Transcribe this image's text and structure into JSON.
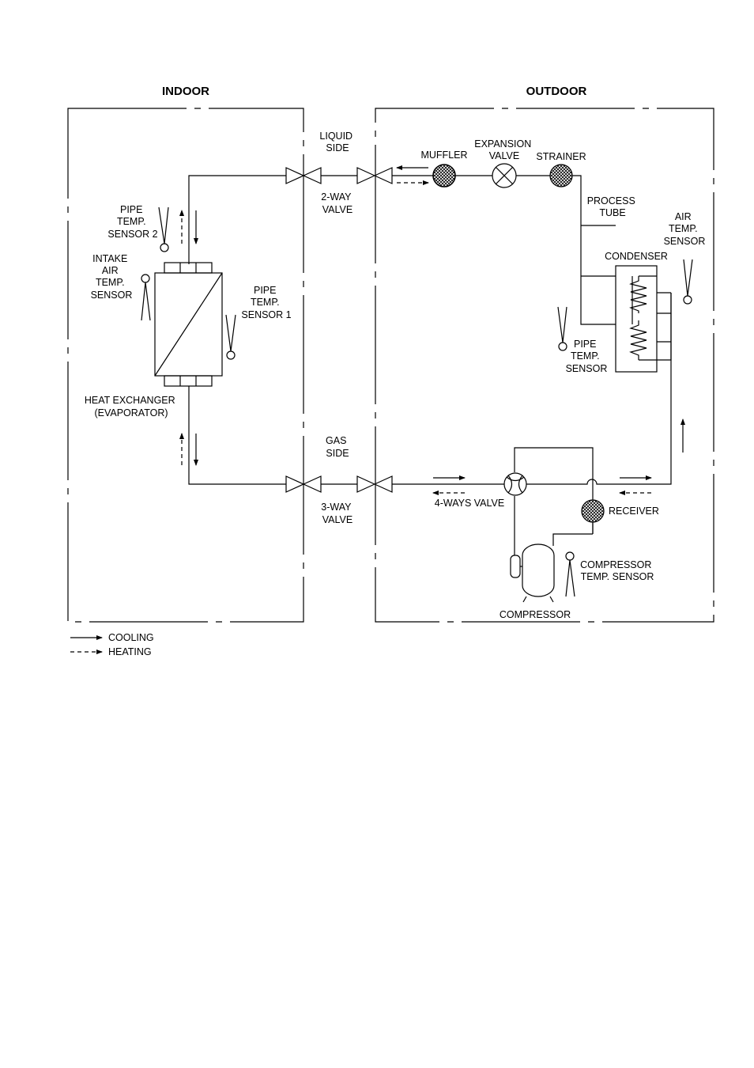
{
  "sections": {
    "indoor": "INDOOR",
    "outdoor": "OUTDOOR"
  },
  "labels": {
    "liquid_side": [
      "LIQUID",
      "SIDE"
    ],
    "two_way_valve": [
      "2-WAY",
      "VALVE"
    ],
    "gas_side": [
      "GAS",
      "SIDE"
    ],
    "three_way_valve": [
      "3-WAY",
      "VALVE"
    ],
    "pipe_temp_sensor_2": [
      "PIPE",
      "TEMP.",
      "SENSOR 2"
    ],
    "intake_air_temp_sensor": [
      "INTAKE",
      "AIR",
      "TEMP.",
      "SENSOR"
    ],
    "pipe_temp_sensor_1": [
      "PIPE",
      "TEMP.",
      "SENSOR 1"
    ],
    "heat_exchanger": [
      "HEAT EXCHANGER",
      "(EVAPORATOR)"
    ],
    "muffler": "MUFFLER",
    "expansion_valve": [
      "EXPANSION",
      "VALVE"
    ],
    "strainer": "STRAINER",
    "process_tube": [
      "PROCESS",
      "TUBE"
    ],
    "air_temp_sensor": [
      "AIR",
      "TEMP.",
      "SENSOR"
    ],
    "condenser": "CONDENSER",
    "pipe_temp_sensor": [
      "PIPE",
      "TEMP.",
      "SENSOR"
    ],
    "four_ways_valve": "4-WAYS VALVE",
    "receiver": "RECEIVER",
    "compressor_temp_sensor": [
      "COMPRESSOR",
      "TEMP. SENSOR"
    ],
    "compressor": "COMPRESSOR"
  },
  "legend": {
    "cooling": "COOLING",
    "heating": "HEATING"
  }
}
